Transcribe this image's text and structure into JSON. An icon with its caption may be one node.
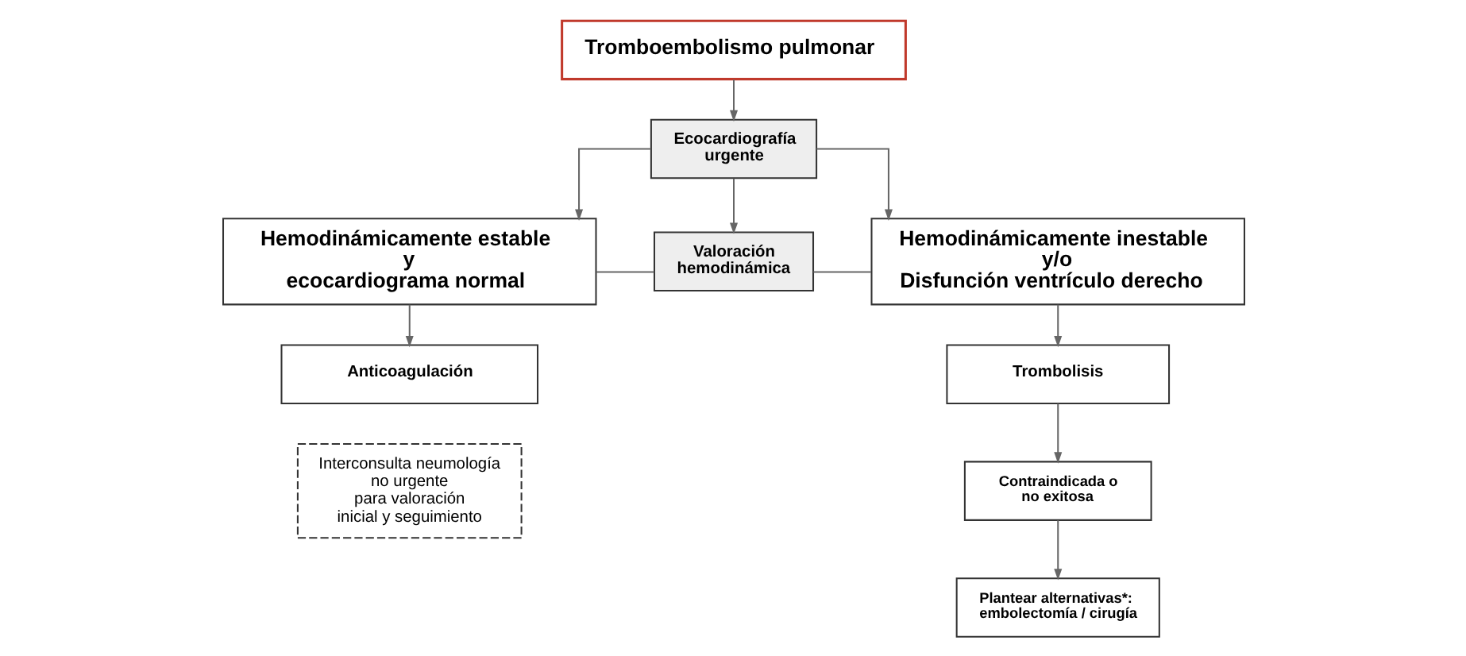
{
  "diagram": {
    "nodes": [
      {
        "text": [
          "Tromboembolismo pulmonar"
        ]
      },
      {
        "text": [
          "Ecocardiografía urgente"
        ]
      },
      {
        "text": [
          "Hemodinámicamente estable y ecocardiograma normal"
        ]
      },
      {
        "text": [
          "Valoración hemodinámica"
        ]
      },
      {
        "text": [
          "Hemodinámicamente inestable y/o Disfunción ventrículo derecho"
        ]
      },
      {
        "text": [
          "Anticoagulación"
        ]
      },
      {
        "text": [
          "Trombolisis"
        ]
      },
      {
        "text": [
          "Interconsulta neumología no urgente para valoración inicial y seguimiento"
        ]
      },
      {
        "text": [
          "Contraindicada o no exitosa"
        ]
      },
      {
        "text": [
          "Plantear alternativas*: embolectomía / cirugía"
        ]
      }
    ],
    "edges": [
      {
        "from": 0,
        "to": 1,
        "arrow": "to"
      },
      {
        "from": 1,
        "to": 2,
        "arrow": "to"
      },
      {
        "from": 1,
        "to": 4,
        "arrow": "to"
      },
      {
        "from": 1,
        "to": 3,
        "arrow": "to"
      },
      {
        "from": 3,
        "to": 2,
        "arrow": "none"
      },
      {
        "from": 3,
        "to": 4,
        "arrow": "none"
      },
      {
        "from": 2,
        "to": 5,
        "arrow": "to"
      },
      {
        "from": 4,
        "to": 6,
        "arrow": "to"
      },
      {
        "from": 6,
        "to": 8,
        "arrow": "to"
      },
      {
        "from": 8,
        "to": 9,
        "arrow": "to"
      }
    ]
  }
}
